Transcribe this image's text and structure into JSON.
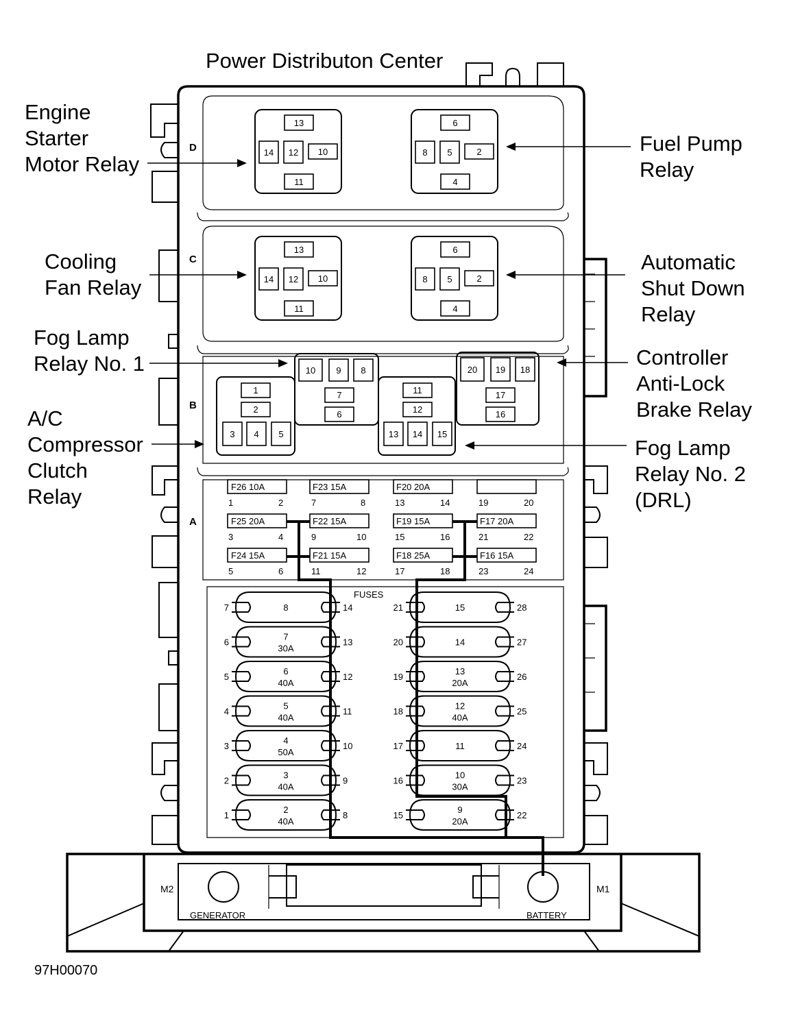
{
  "title": "Power Distributon Center",
  "figure_id": "97H00070",
  "callouts": [
    {
      "id": "engine-starter-motor-relay",
      "lines": [
        "Engine",
        "Starter",
        "Motor Relay"
      ]
    },
    {
      "id": "fuel-pump-relay",
      "lines": [
        "Fuel Pump",
        "Relay"
      ]
    },
    {
      "id": "cooling-fan-relay",
      "lines": [
        "Cooling",
        "Fan Relay"
      ]
    },
    {
      "id": "automatic-shut-down-relay",
      "lines": [
        "Automatic",
        "Shut Down",
        "Relay"
      ]
    },
    {
      "id": "fog-lamp-relay-1",
      "lines": [
        "Fog Lamp",
        "Relay No. 1"
      ]
    },
    {
      "id": "controller-anti-lock-brake-relay",
      "lines": [
        "Controller",
        "Anti-Lock",
        "Brake Relay"
      ]
    },
    {
      "id": "ac-compressor-clutch-relay",
      "lines": [
        "A/C",
        "Compressor",
        "Clutch",
        "Relay"
      ]
    },
    {
      "id": "fog-lamp-relay-2",
      "lines": [
        "Fog Lamp",
        "Relay No. 2",
        "(DRL)"
      ]
    }
  ],
  "sections": [
    "D",
    "C",
    "B",
    "A"
  ],
  "relay_terminals": {
    "d_left": [
      "13",
      "14",
      "12",
      "10",
      "11"
    ],
    "d_right": [
      "6",
      "8",
      "5",
      "2",
      "4"
    ],
    "c_left": [
      "13",
      "14",
      "12",
      "10",
      "11"
    ],
    "c_right": [
      "6",
      "8",
      "5",
      "2",
      "4"
    ],
    "b_group1": [
      "1",
      "2",
      "3",
      "4",
      "5"
    ],
    "b_group2": [
      "10",
      "9",
      "8",
      "7",
      "6"
    ],
    "b_group3": [
      "11",
      "12",
      "13",
      "14",
      "15"
    ],
    "b_group4": [
      "20",
      "19",
      "18",
      "17",
      "16"
    ]
  },
  "mini_fuses": [
    {
      "label": "F26 10A",
      "pins": [
        "1",
        "2"
      ]
    },
    {
      "label": "F23 15A",
      "pins": [
        "7",
        "8"
      ]
    },
    {
      "label": "F20 20A",
      "pins": [
        "13",
        "14"
      ]
    },
    {
      "label": "",
      "pins": [
        "19",
        "20"
      ]
    },
    {
      "label": "F25 20A",
      "pins": [
        "3",
        "4"
      ]
    },
    {
      "label": "F22 15A",
      "pins": [
        "9",
        "10"
      ]
    },
    {
      "label": "F19 15A",
      "pins": [
        "15",
        "16"
      ]
    },
    {
      "label": "F17 20A",
      "pins": [
        "21",
        "22"
      ]
    },
    {
      "label": "F24 15A",
      "pins": [
        "5",
        "6"
      ]
    },
    {
      "label": "F21 15A",
      "pins": [
        "11",
        "12"
      ]
    },
    {
      "label": "F18 25A",
      "pins": [
        "17",
        "18"
      ]
    },
    {
      "label": "F16 15A",
      "pins": [
        "23",
        "24"
      ]
    }
  ],
  "fuses_label": "FUSES",
  "cartridge_fuses_left": [
    {
      "left": "7",
      "right": "14",
      "num": "8",
      "amp": ""
    },
    {
      "left": "6",
      "right": "13",
      "num": "7",
      "amp": "30A"
    },
    {
      "left": "5",
      "right": "12",
      "num": "6",
      "amp": "40A"
    },
    {
      "left": "4",
      "right": "11",
      "num": "5",
      "amp": "40A"
    },
    {
      "left": "3",
      "right": "10",
      "num": "4",
      "amp": "50A"
    },
    {
      "left": "2",
      "right": "9",
      "num": "3",
      "amp": "40A"
    },
    {
      "left": "1",
      "right": "8",
      "num": "2",
      "amp": "40A"
    }
  ],
  "cartridge_fuses_right": [
    {
      "left": "21",
      "right": "28",
      "num": "15",
      "amp": ""
    },
    {
      "left": "20",
      "right": "27",
      "num": "14",
      "amp": ""
    },
    {
      "left": "19",
      "right": "26",
      "num": "13",
      "amp": "20A"
    },
    {
      "left": "18",
      "right": "25",
      "num": "12",
      "amp": "40A"
    },
    {
      "left": "17",
      "right": "24",
      "num": "11",
      "amp": ""
    },
    {
      "left": "16",
      "right": "23",
      "num": "10",
      "amp": "30A"
    },
    {
      "left": "15",
      "right": "22",
      "num": "9",
      "amp": "20A"
    }
  ],
  "terminals": {
    "m2": "M2",
    "m1": "M1",
    "generator": "GENERATOR",
    "battery": "BATTERY"
  }
}
